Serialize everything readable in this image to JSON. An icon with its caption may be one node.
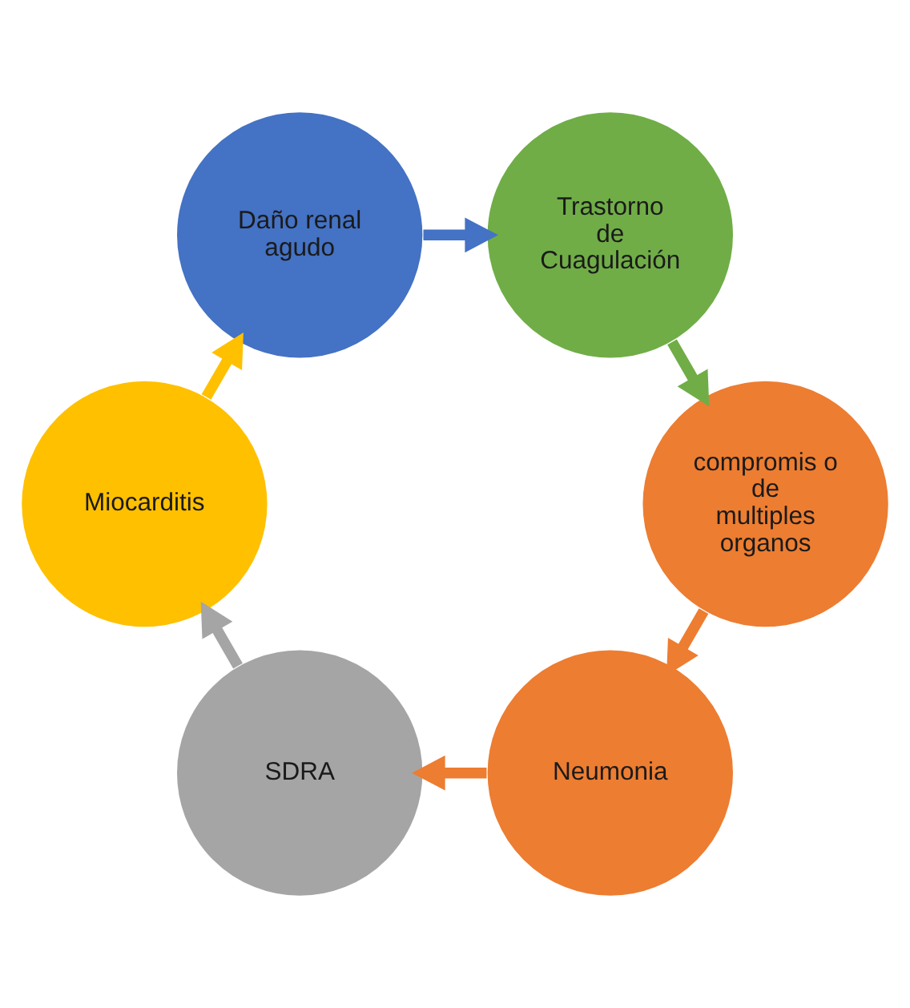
{
  "diagram": {
    "nodes": [
      {
        "text": [
          "Neumonia"
        ]
      },
      {
        "text": [
          "SDRA"
        ]
      },
      {
        "text": [
          "Miocarditis"
        ]
      },
      {
        "text": [
          "Daño renal agudo"
        ]
      },
      {
        "text": [
          "Trastorno de Cuagulación"
        ]
      },
      {
        "text": [
          "compromis o de multiples organos"
        ]
      }
    ],
    "edges": [
      {
        "from": 0,
        "to": 1,
        "arrow": "to",
        "color": "#ed7d31"
      },
      {
        "from": 1,
        "to": 2,
        "arrow": "to",
        "color": "#a5a5a5"
      },
      {
        "from": 2,
        "to": 3,
        "arrow": "to",
        "color": "#ffc000"
      },
      {
        "from": 3,
        "to": 4,
        "arrow": "to",
        "color": "#4472c4"
      },
      {
        "from": 4,
        "to": 5,
        "arrow": "to",
        "color": "#70ad47"
      },
      {
        "from": 5,
        "to": 0,
        "arrow": "to",
        "color": "#ed7d31"
      }
    ]
  }
}
